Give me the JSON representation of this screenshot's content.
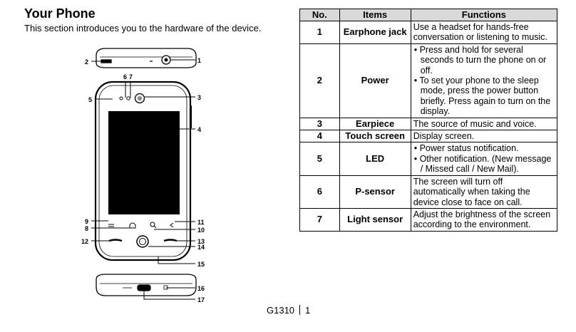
{
  "header": {
    "title": "Your Phone",
    "intro": "This section introduces you to the hardware of the device."
  },
  "figure": {
    "callouts": [
      "1",
      "2",
      "3",
      "4",
      "5",
      "6",
      "7",
      "8",
      "9",
      "10",
      "11",
      "12",
      "13",
      "14",
      "15",
      "16",
      "17"
    ]
  },
  "table": {
    "columns": [
      "No.",
      "Items",
      "Functions"
    ],
    "rows": [
      {
        "no": "1",
        "item": "Earphone jack",
        "functions": [
          "Use a headset for hands-free conversation or listening to music."
        ]
      },
      {
        "no": "2",
        "item": "Power",
        "bullets": true,
        "functions": [
          "Press and hold for several seconds to turn the phone on or off.",
          "To set your phone to the sleep mode, press the power button briefly. Press again to turn on the display."
        ]
      },
      {
        "no": "3",
        "item": "Earpiece",
        "functions": [
          "The source of music and voice."
        ]
      },
      {
        "no": "4",
        "item": "Touch screen",
        "functions": [
          "Display screen."
        ]
      },
      {
        "no": "5",
        "item": "LED",
        "bullets": true,
        "functions": [
          "Power status notification.",
          "Other notification. (New message / Missed call / New Mail)."
        ]
      },
      {
        "no": "6",
        "item": "P-sensor",
        "functions": [
          "The screen will turn off automatically when taking the device close to face on call."
        ]
      },
      {
        "no": "7",
        "item": "Light sensor",
        "functions": [
          "Adjust the brightness of the screen according to the environment."
        ]
      }
    ]
  },
  "footer": {
    "model": "G1310",
    "page": "1"
  }
}
